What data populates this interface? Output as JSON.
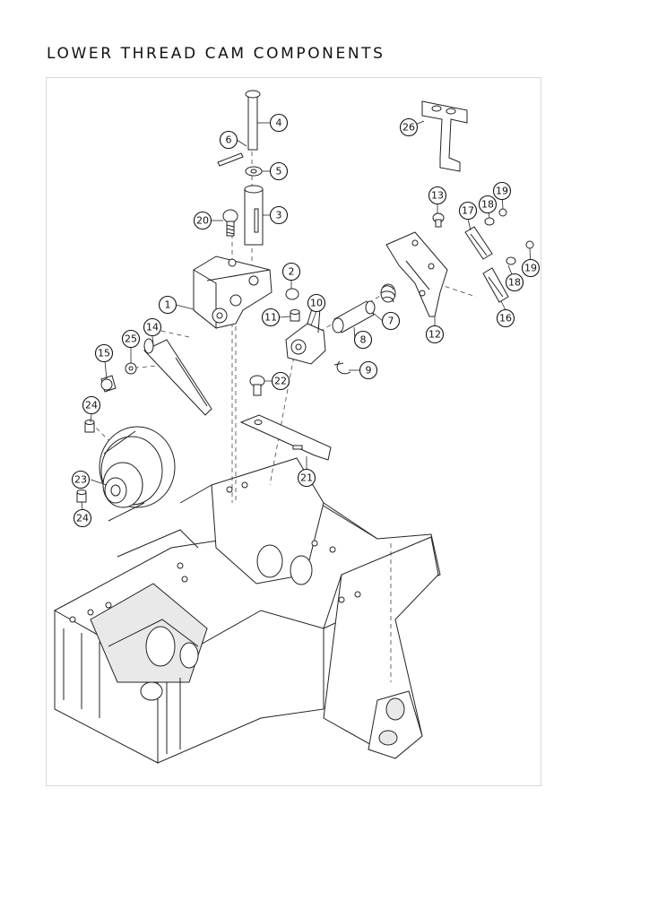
{
  "page": {
    "title": "LOWER THREAD CAM COMPONENTS"
  },
  "callouts": [
    {
      "label": "1"
    },
    {
      "label": "2"
    },
    {
      "label": "3"
    },
    {
      "label": "4"
    },
    {
      "label": "5"
    },
    {
      "label": "6"
    },
    {
      "label": "7"
    },
    {
      "label": "8"
    },
    {
      "label": "9"
    },
    {
      "label": "10"
    },
    {
      "label": "11"
    },
    {
      "label": "12"
    },
    {
      "label": "13"
    },
    {
      "label": "14"
    },
    {
      "label": "15"
    },
    {
      "label": "16"
    },
    {
      "label": "17"
    },
    {
      "label": "18"
    },
    {
      "label": "18"
    },
    {
      "label": "19"
    },
    {
      "label": "19"
    },
    {
      "label": "20"
    },
    {
      "label": "21"
    },
    {
      "label": "22"
    },
    {
      "label": "23"
    },
    {
      "label": "24"
    },
    {
      "label": "24"
    },
    {
      "label": "25"
    },
    {
      "label": "26"
    }
  ]
}
